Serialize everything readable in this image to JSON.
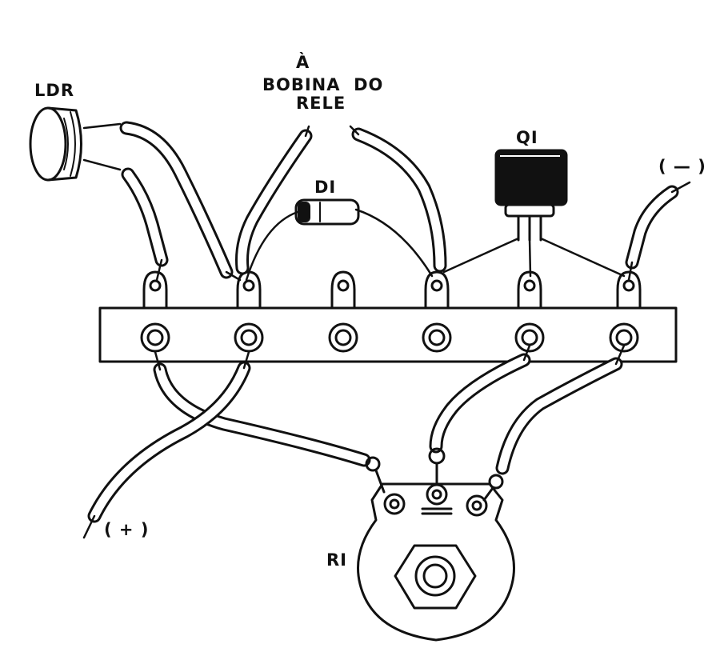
{
  "labels": {
    "ldr": "LDR",
    "relay_a": "À",
    "relay_line1": "BOBINA  DO",
    "relay_line2": "RELE",
    "d1": "DI",
    "q1": "QI",
    "minus": "( — )",
    "plus": "( + )",
    "r1": "RI"
  },
  "colors": {
    "ink": "#111111",
    "paper": "#ffffff"
  }
}
